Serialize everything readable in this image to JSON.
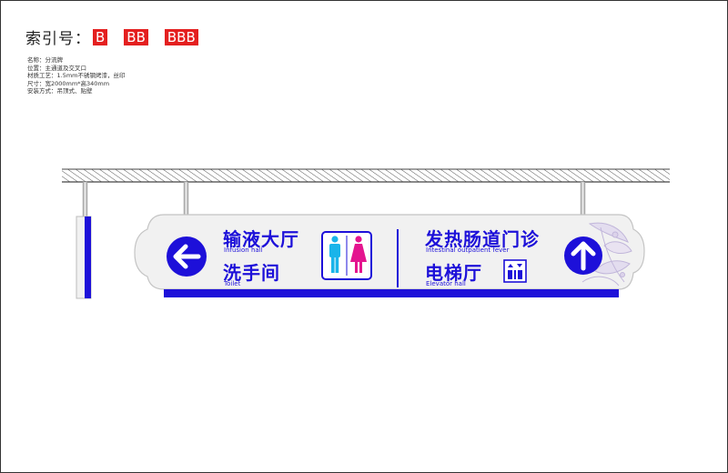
{
  "header": {
    "index_label": "索引号：",
    "codes": [
      "B",
      "BB",
      "BBB"
    ]
  },
  "specs": [
    "名称：分流牌",
    "位置：主通道及交叉口",
    "材质工艺：1.5mm不锈钢烤漆，丝印",
    "尺寸：宽2000mm*高340mm",
    "安装方式：吊顶式、贴壁"
  ],
  "sign": {
    "left_group": {
      "direction": "left-arrow-icon",
      "line1_zh": "输液大厅",
      "line1_en": "Infusion hall",
      "line2_zh": "洗手间",
      "line2_en": "Toilet",
      "pictogram": "restroom-icon"
    },
    "right_group": {
      "line1_zh": "发热肠道门诊",
      "line1_en": "Intestinal outpatient fever",
      "line2_zh": "电梯厅",
      "line2_en": "Elevator hall",
      "pictogram": "elevator-icon",
      "direction": "up-arrow-icon"
    }
  },
  "colors": {
    "brand_blue": "#1d10d9",
    "male_cyan": "#19b4ea",
    "female_magenta": "#e4148f",
    "index_red": "#e41f1f",
    "panel_fill": "#f1f1f1",
    "panel_stroke": "#c4c4c4"
  }
}
